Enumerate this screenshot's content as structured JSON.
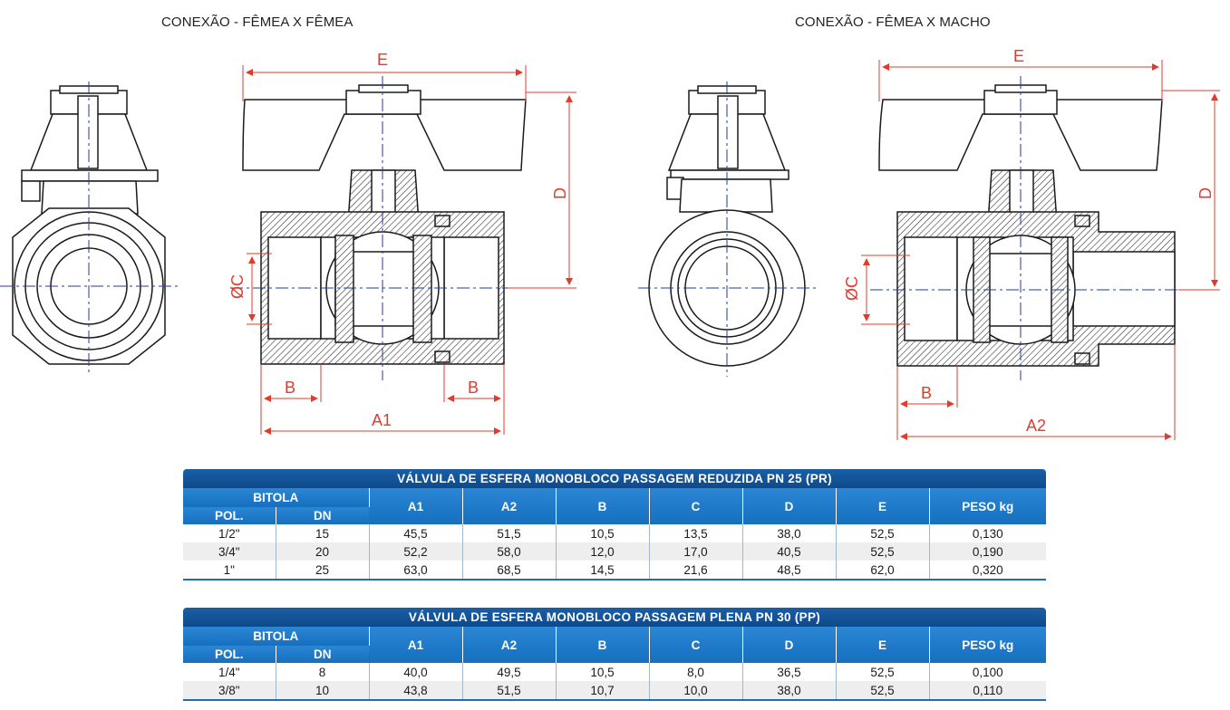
{
  "captions": {
    "left": "CONEXÃO - FÊMEA X FÊMEA",
    "right": "CONEXÃO - FÊMEA X MACHO"
  },
  "dimension_labels": {
    "E": "E",
    "D": "D",
    "C": "ØC",
    "B": "B",
    "A1": "A1",
    "A2": "A2"
  },
  "colors": {
    "dimension": "#e03b2c",
    "table_title": "#0e4a8a",
    "table_header": "#1f78c8",
    "centerline": "#1f3f9a"
  },
  "tables": [
    {
      "title": "VÁLVULA DE ESFERA MONOBLOCO PASSAGEM REDUZIDA PN 25 (PR)",
      "group_header": "BITOLA",
      "sub_headers": [
        "POL.",
        "DN"
      ],
      "headers": [
        "A1",
        "A2",
        "B",
        "C",
        "D",
        "E",
        "PESO kg"
      ],
      "rows": [
        [
          "1/2\"",
          "15",
          "45,5",
          "51,5",
          "10,5",
          "13,5",
          "38,0",
          "52,5",
          "0,130"
        ],
        [
          "3/4\"",
          "20",
          "52,2",
          "58,0",
          "12,0",
          "17,0",
          "40,5",
          "52,5",
          "0,190"
        ],
        [
          "1\"",
          "25",
          "63,0",
          "68,5",
          "14,5",
          "21,6",
          "48,5",
          "62,0",
          "0,320"
        ]
      ]
    },
    {
      "title": "VÁLVULA DE ESFERA MONOBLOCO PASSAGEM PLENA PN 30 (PP)",
      "group_header": "BITOLA",
      "sub_headers": [
        "POL.",
        "DN"
      ],
      "headers": [
        "A1",
        "A2",
        "B",
        "C",
        "D",
        "E",
        "PESO kg"
      ],
      "rows": [
        [
          "1/4\"",
          "8",
          "40,0",
          "49,5",
          "10,5",
          "8,0",
          "36,5",
          "52,5",
          "0,100"
        ],
        [
          "3/8\"",
          "10",
          "43,8",
          "51,5",
          "10,7",
          "10,0",
          "38,0",
          "52,5",
          "0,110"
        ]
      ]
    }
  ]
}
